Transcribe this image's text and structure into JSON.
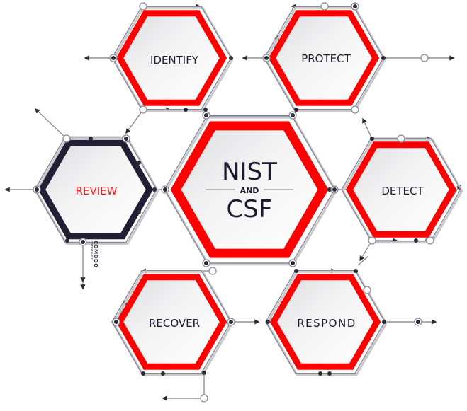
{
  "title": "NIST and CSF cybersecurity framework diagram",
  "colors": {
    "red_ring": "#ff0000",
    "navy_ring": "#221f35",
    "outline_grey": "#8a8a96",
    "node_dark": "#2c2838",
    "text_dark": "#1b1a2e",
    "review_text": "#ff1a1a",
    "fill_light": "#f2f2f3"
  },
  "center": {
    "line1": "NIST",
    "line2": "AND",
    "line3": "CSF"
  },
  "hexagons": [
    {
      "id": "identify",
      "label": "IDENTIFY",
      "ring": "red"
    },
    {
      "id": "protect",
      "label": "PROTECT",
      "ring": "red"
    },
    {
      "id": "review",
      "label": "REVIEW",
      "ring": "navy"
    },
    {
      "id": "detect",
      "label": "DETECT",
      "ring": "red"
    },
    {
      "id": "recover",
      "label": "RECOVER",
      "ring": "red"
    },
    {
      "id": "respond",
      "label": "RESPOND",
      "ring": "red"
    }
  ],
  "watermark": {
    "brand": "COMODO",
    "sub": "CYBERSECURITY"
  }
}
